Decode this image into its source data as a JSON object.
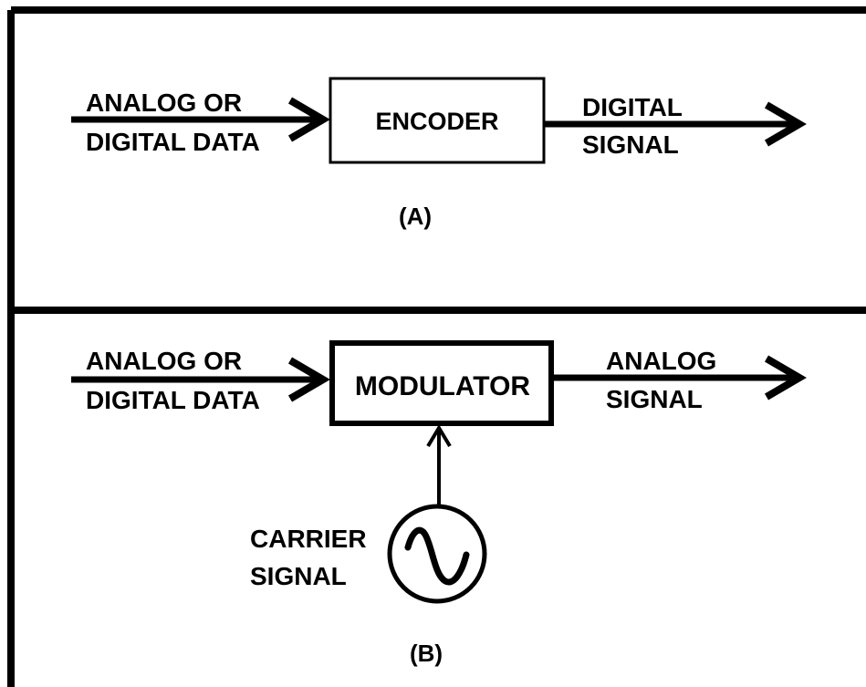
{
  "panel_a": {
    "input_label": [
      "ANALOG OR",
      "DIGITAL DATA"
    ],
    "block_label": "ENCODER",
    "output_label": [
      "DIGITAL",
      "SIGNAL"
    ],
    "caption": "(A)"
  },
  "panel_b": {
    "input_label": [
      "ANALOG OR",
      "DIGITAL DATA"
    ],
    "block_label": "MODULATOR",
    "output_label": [
      "ANALOG",
      "SIGNAL"
    ],
    "carrier_label": [
      "CARRIER",
      "SIGNAL"
    ],
    "carrier_icon": "sine-wave-source-icon",
    "caption": "(B)"
  },
  "colors": {
    "stroke": "#000000",
    "background": "#ffffff"
  }
}
